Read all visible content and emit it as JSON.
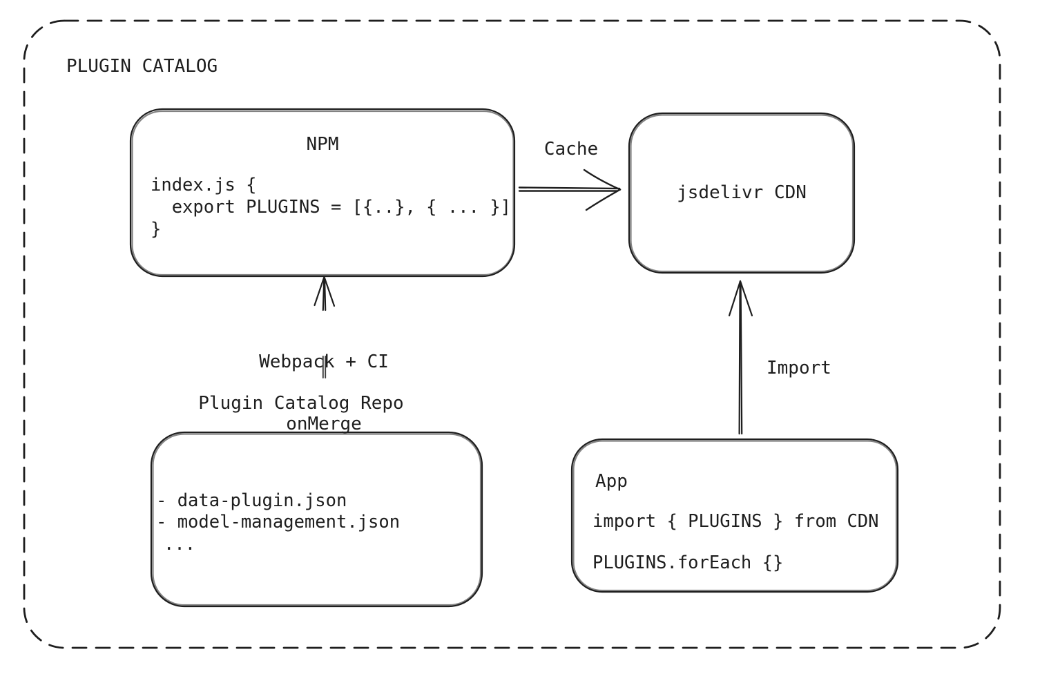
{
  "title": "PLUGIN CATALOG",
  "colors": {
    "stroke": "#1e1e1e",
    "background": "#ffffff"
  },
  "nodes": {
    "npm": {
      "title": "NPM",
      "code_lines": [
        "index.js {",
        "  export PLUGINS = [{..}, { ... }]",
        "}"
      ]
    },
    "cdn": {
      "label": "jsdelivr CDN"
    },
    "repo": {
      "label": "Plugin Catalog Repo",
      "files": [
        "- data-plugin.json",
        "- model-management.json",
        "..."
      ]
    },
    "app": {
      "title": "App",
      "code_lines": [
        "import { PLUGINS } from CDN",
        "PLUGINS.forEach {}"
      ]
    }
  },
  "edges": {
    "cache": {
      "label": "Cache",
      "from": "npm",
      "to": "cdn"
    },
    "build": {
      "label_lines": [
        "Webpack + CI",
        "onMerge"
      ],
      "from": "repo",
      "to": "npm"
    },
    "import": {
      "label": "Import",
      "from": "app",
      "to": "cdn"
    }
  }
}
